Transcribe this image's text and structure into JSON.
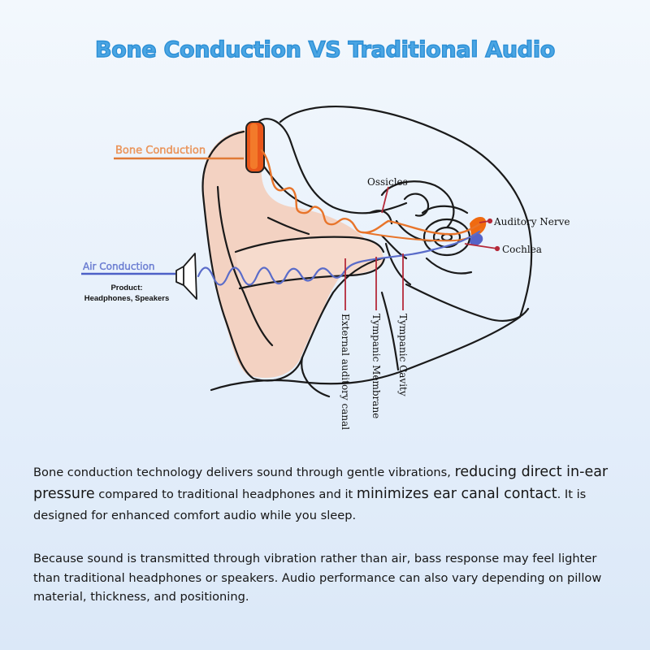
{
  "title": "Bone Conduction VS Traditional Audio",
  "labels": {
    "bone_conduction": "Bone Conduction",
    "air_conduction": "Air Conduction",
    "product_line1": "Product:",
    "product_line2": "Headphones, Speakers",
    "ossicles": "Ossicles",
    "auditory_nerve": "Auditory Nerve",
    "cochlea": "Cochlea",
    "external_auditory_canal": "External auditory canal",
    "tympanic_membrane": "Tympanic Membrane",
    "tympanic_cavity": "Tympanic Cavity"
  },
  "paragraph1": {
    "p1": "Bone conduction technology delivers sound through gentle vibrations, ",
    "e1": "reducing direct in-ear pressure",
    "p2": " compared to traditional headphones and it ",
    "e2": "minimizes ear canal contact",
    "p3": ". It is designed for enhanced comfort audio while you sleep."
  },
  "paragraph2": "Because sound is transmitted through vibration rather than air, bass response may feel lighter than traditional headphones or speakers. Audio performance can also vary depending on pillow material, thickness, and positioning.",
  "colors": {
    "title": "#4aa5e3",
    "bone_path": "#e8742a",
    "air_path": "#5a6cc9",
    "pointer_lines": "#b52a3a",
    "ear_skin": "#f3d2c2",
    "outline": "#1a1a1a"
  },
  "icons": [
    "speaker-icon",
    "bone-conduction-device-icon"
  ]
}
